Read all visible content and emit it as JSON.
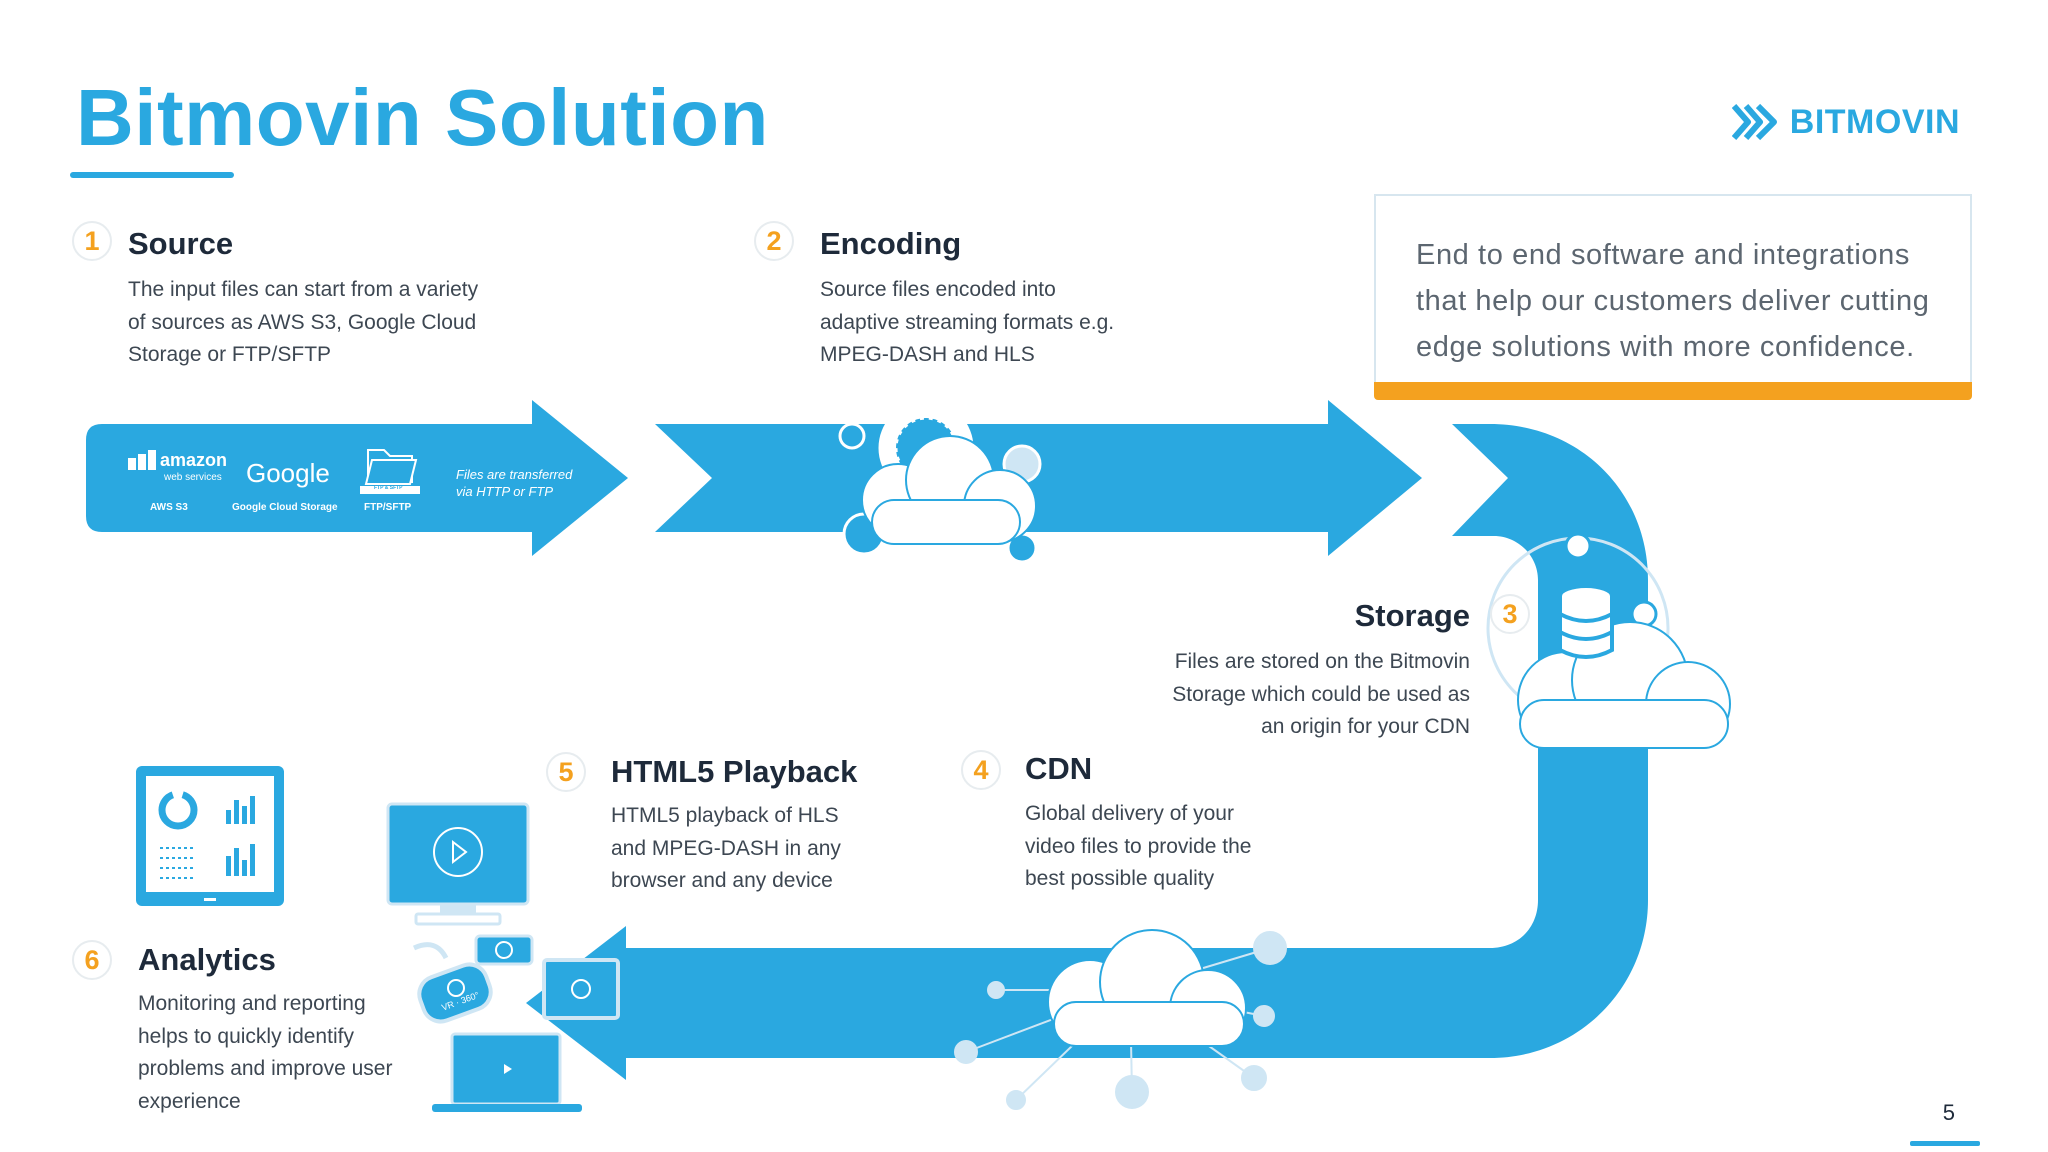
{
  "page": {
    "title": "Bitmovin Solution",
    "brand": "BITMOVIN",
    "page_number": "5"
  },
  "callout": {
    "text": "End to end software and integrations that help our customers deliver cutting edge solutions with more confidence."
  },
  "steps": [
    {
      "number": "1",
      "title": "Source",
      "description": "The input files can start from a variety of sources as AWS S3, Google Cloud Storage or FTP/SFTP"
    },
    {
      "number": "2",
      "title": "Encoding",
      "description": "Source files encoded into adaptive streaming formats e.g. MPEG-DASH and HLS"
    },
    {
      "number": "3",
      "title": "Storage",
      "description": "Files are stored on the Bitmovin Storage which could be used as an origin for your CDN"
    },
    {
      "number": "4",
      "title": "CDN",
      "description": "Global delivery of your video files to provide the best possible quality"
    },
    {
      "number": "5",
      "title": "HTML5 Playback",
      "description": "HTML5 playback of HLS and MPEG-DASH in any browser and any device"
    },
    {
      "number": "6",
      "title": "Analytics",
      "description": "Monitoring and reporting helps to quickly identify problems and improve user experience"
    }
  ],
  "sources": {
    "amazon_logo": "amazon",
    "amazon_sub": "web services",
    "amazon_label": "AWS S3",
    "google_logo": "Google",
    "google_label": "Google Cloud Storage",
    "ftp_tag": "FTP & SFTP",
    "ftp_label": "FTP/SFTP",
    "transfer_note_line1": "Files are transferred",
    "transfer_note_line2": "via HTTP or FTP"
  },
  "devices": {
    "vr_label": "VR · 360°"
  },
  "colors": {
    "primary_blue": "#2aa8e0",
    "accent_orange": "#f4a11f",
    "heading_dark": "#1e2a3a",
    "body_text": "#3d4752",
    "light_blue": "#cfe6f4"
  }
}
